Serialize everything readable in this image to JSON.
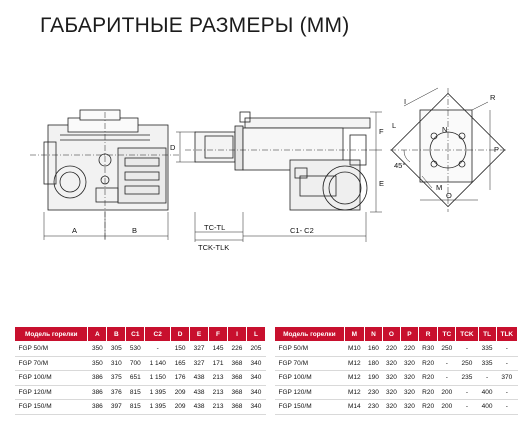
{
  "title": "ГАБАРИТНЫЕ РАЗМЕРЫ (ММ)",
  "drawing_labels": {
    "a": "A",
    "b": "B",
    "tc_tl": "TC-TL",
    "tck_tlk": "TCK-TLK",
    "c1_c2": "C1- C2",
    "d": "D",
    "e": "E",
    "f": "F",
    "i": "I",
    "l": "L",
    "n": "N",
    "r": "R",
    "p": "P",
    "m": "M",
    "o": "O",
    "angle": "45°"
  },
  "table_left": {
    "headers": [
      "Модель горелки",
      "A",
      "B",
      "C1",
      "C2",
      "D",
      "E",
      "F",
      "I",
      "L"
    ],
    "rows": [
      [
        "FGP 50/M",
        "350",
        "305",
        "530",
        "-",
        "150",
        "327",
        "145",
        "226",
        "205"
      ],
      [
        "FGP 70/M",
        "350",
        "310",
        "700",
        "1 140",
        "165",
        "327",
        "171",
        "368",
        "340"
      ],
      [
        "FGP 100/M",
        "386",
        "375",
        "651",
        "1 150",
        "176",
        "438",
        "213",
        "368",
        "340"
      ],
      [
        "FGP 120/M",
        "386",
        "376",
        "815",
        "1 395",
        "209",
        "438",
        "213",
        "368",
        "340"
      ],
      [
        "FGP 150/M",
        "386",
        "397",
        "815",
        "1 395",
        "209",
        "438",
        "213",
        "368",
        "340"
      ]
    ]
  },
  "table_right": {
    "headers": [
      "Модель горелки",
      "M",
      "N",
      "O",
      "P",
      "R",
      "TC",
      "TCK",
      "TL",
      "TLK"
    ],
    "rows": [
      [
        "FGP 50/M",
        "M10",
        "160",
        "220",
        "220",
        "R30",
        "250",
        "-",
        "335",
        "-"
      ],
      [
        "FGP 70/M",
        "M12",
        "180",
        "320",
        "320",
        "R20",
        "-",
        "250",
        "335",
        "-"
      ],
      [
        "FGP 100/M",
        "M12",
        "190",
        "320",
        "320",
        "R20",
        "-",
        "235",
        "-",
        "370"
      ],
      [
        "FGP 120/M",
        "M12",
        "230",
        "320",
        "320",
        "R20",
        "200",
        "-",
        "400",
        "-"
      ],
      [
        "FGP 150/M",
        "M14",
        "230",
        "320",
        "320",
        "R20",
        "200",
        "-",
        "400",
        "-"
      ]
    ]
  },
  "colors": {
    "header": "#c8102e",
    "line": "#111111"
  }
}
